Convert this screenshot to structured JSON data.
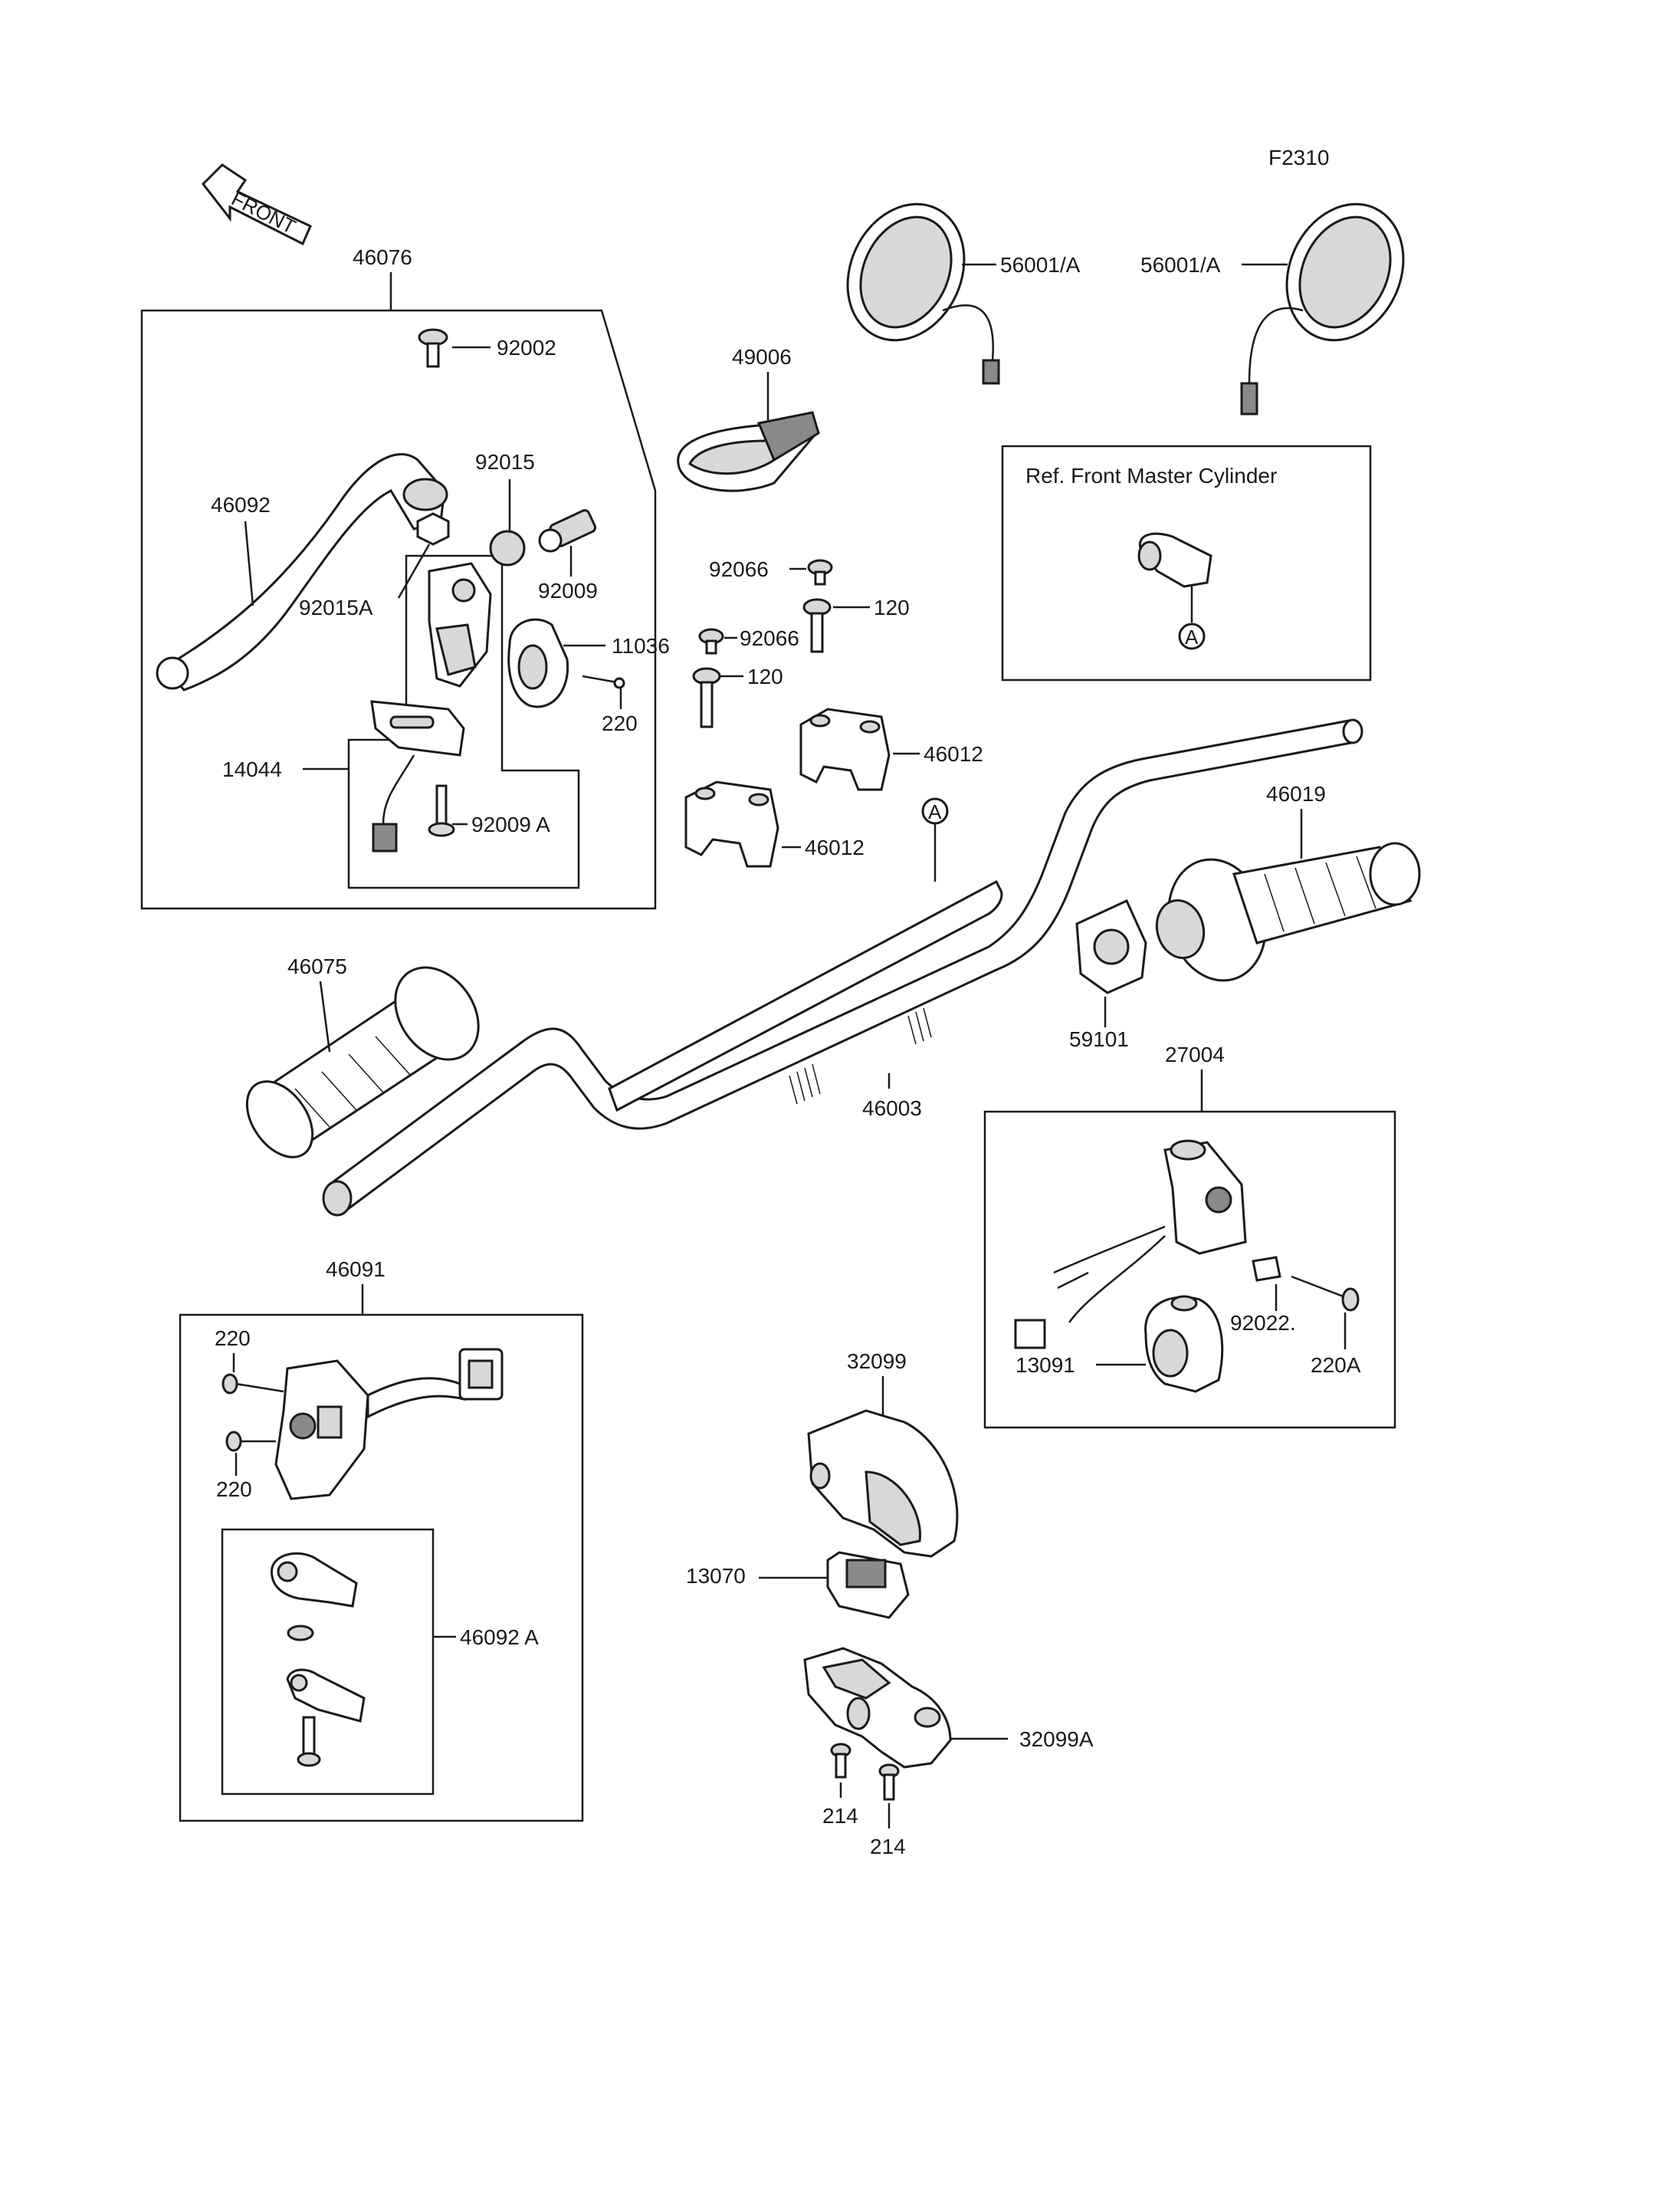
{
  "figure_code": "F2310",
  "front_arrow": "FRONT",
  "ref_box_title": "Ref. Front Master Cylinder",
  "ref_marker": "A",
  "labels": {
    "p46076": "46076",
    "p92002": "92002",
    "p49006": "49006",
    "p56001a_left": "56001/A",
    "p56001a_right": "56001/A",
    "p46092": "46092",
    "p92015": "92015",
    "p92015a": "92015A",
    "p92009": "92009",
    "p11036": "11036",
    "p220_top": "220",
    "p14044": "14044",
    "p92009a": "92009 A",
    "p92066_top": "92066",
    "p120_top": "120",
    "p92066_bottom": "92066",
    "p120_bottom": "120",
    "p46012_top": "46012",
    "p46012_bottom": "46012",
    "p46019": "46019",
    "p46075": "46075",
    "p59101": "59101",
    "p27004": "27004",
    "p46003": "46003",
    "p92022": "92022.",
    "p13091": "13091",
    "p220a": "220A",
    "p46091": "46091",
    "p220_left_top": "220",
    "p220_left_bottom": "220",
    "p46092a": "46092 A",
    "p32099": "32099",
    "p13070": "13070",
    "p32099a": "32099A",
    "p214_a": "214",
    "p214_b": "214"
  }
}
